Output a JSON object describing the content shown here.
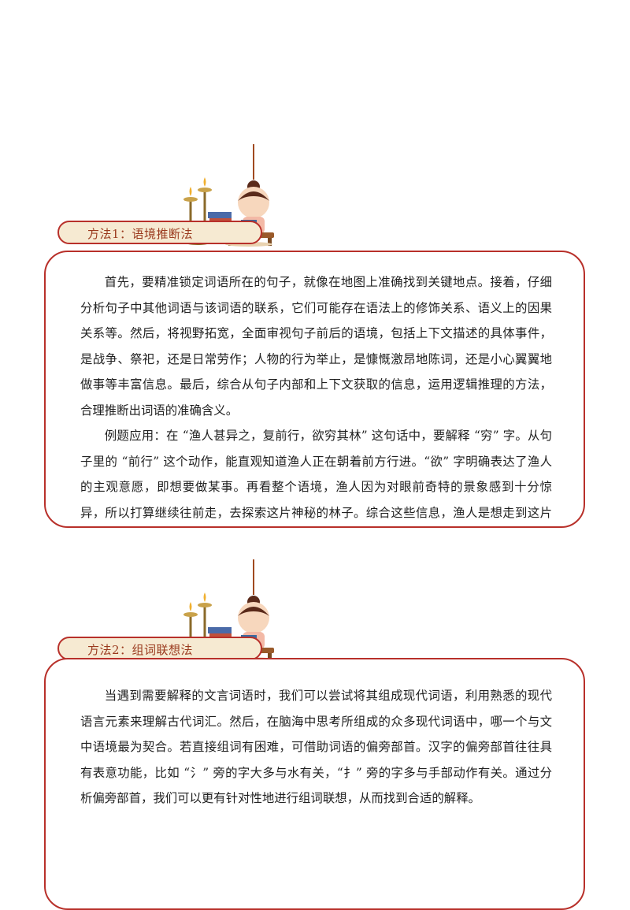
{
  "colors": {
    "border_red": "#b8302a",
    "tab_fill": "#f6ead2",
    "tab_text": "#9a3a1e"
  },
  "sections": [
    {
      "label": "方法1：语境推断法",
      "paragraphs": [
        "首先，要精准锁定词语所在的句子，就像在地图上准确找到关键地点。接着，仔细分析句子中其他词语与该词语的联系，它们可能存在语法上的修饰关系、语义上的因果关系等。然后，将视野拓宽，全面审视句子前后的语境，包括上下文描述的具体事件，是战争、祭祀，还是日常劳作；人物的行为举止，是慷慨激昂地陈词，还是小心翼翼地做事等丰富信息。最后，综合从句子内部和上下文获取的信息，运用逻辑推理的方法，合理推断出词语的准确含义。",
        "例题应用：在 “渔人甚异之，复前行，欲穷其林” 这句话中，要解释 “穷” 字。从句子里的 “前行” 这个动作，能直观知道渔人正在朝着前方行进。“欲” 字明确表达了渔人的主观意愿，即想要做某事。再看整个语境，渔人因为对眼前奇特的景象感到十分惊异，所以打算继续往前走，去探索这片神秘的林子。综合这些信息，渔人是想走到这片林子的尽头，弄清楚林子深处到底隐藏着什么，所以 “穷” 在这里的意思是 “穷尽、走到尽头”。"
      ]
    },
    {
      "label": "方法2：组词联想法",
      "paragraphs": [
        "当遇到需要解释的文言词语时，我们可以尝试将其组成现代词语，利用熟悉的现代语言元素来理解古代词汇。然后，在脑海中思考所组成的众多现代词语中，哪一个与文中语境最为契合。若直接组词有困难，可借助词语的偏旁部首。汉字的偏旁部首往往具有表意功能，比如 “氵” 旁的字大多与水有关，“扌” 旁的字多与手部动作有关。通过分析偏旁部首，我们可以更有针对性地进行组词联想，从而找到合适的解释。"
      ]
    }
  ]
}
